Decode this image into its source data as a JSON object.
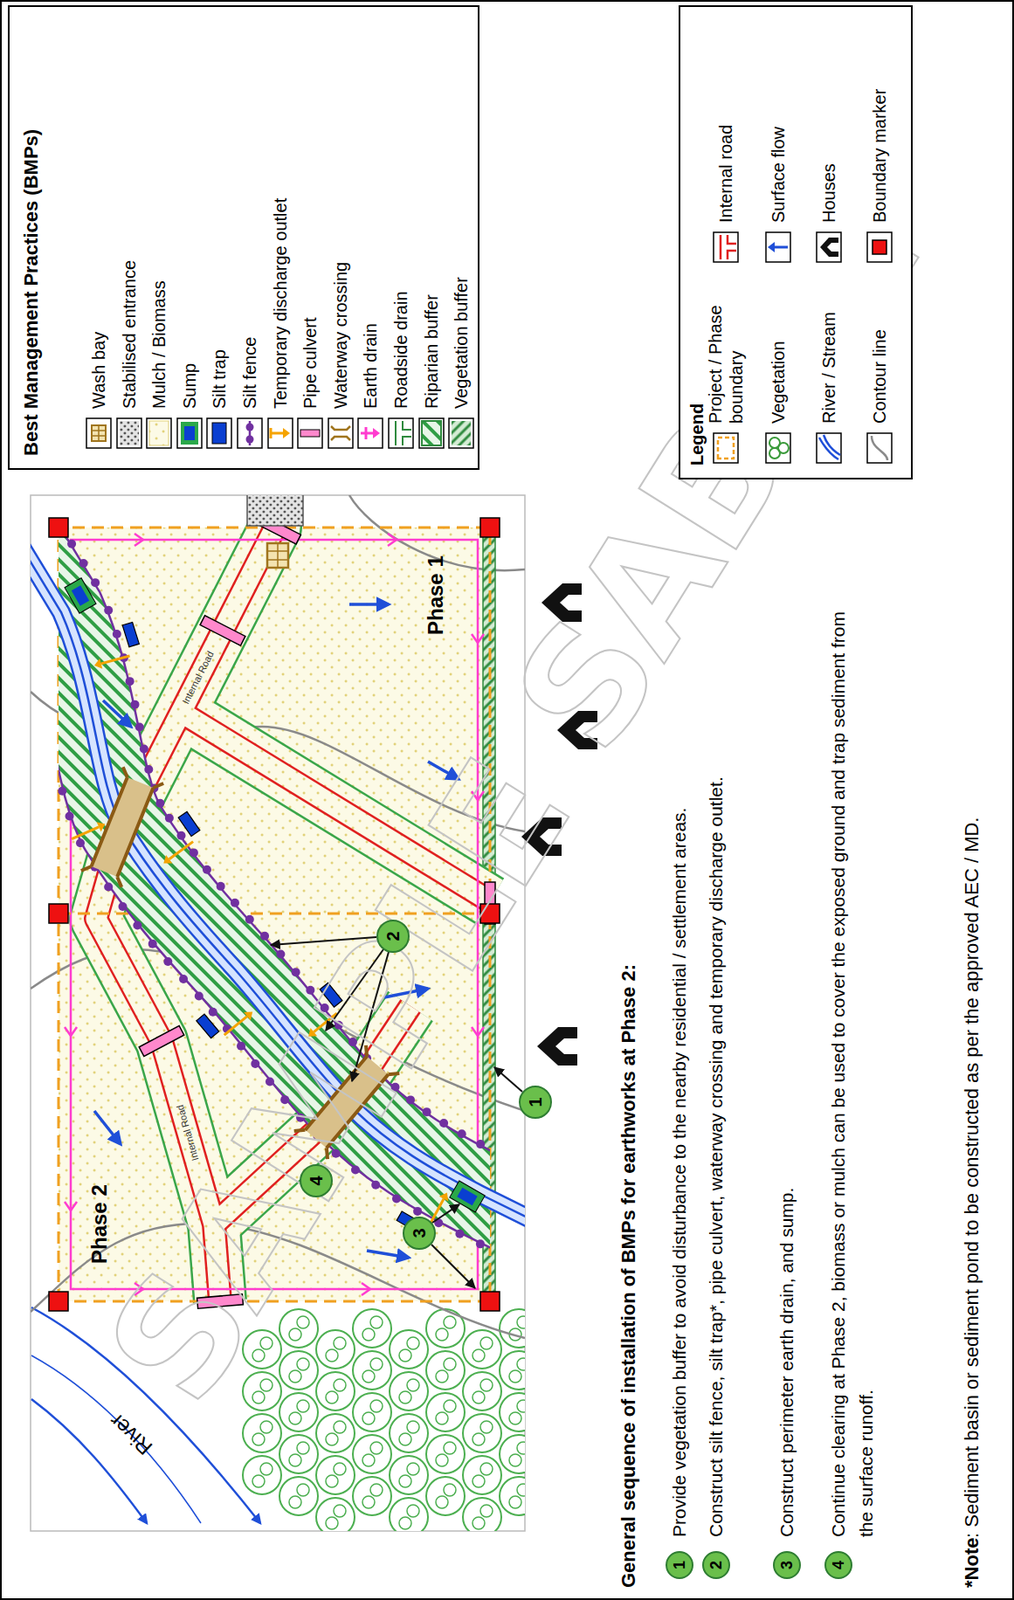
{
  "diagram": {
    "nodes": [
      {
        "text": [
          "Best Management Practices (BMPs)"
        ]
      },
      {
        "text": [
          "Legend"
        ]
      },
      {
        "text": [
          "1"
        ]
      },
      {
        "text": [
          "2"
        ]
      },
      {
        "text": [
          "3"
        ]
      },
      {
        "text": [
          "4"
        ]
      },
      {
        "text": [
          "1"
        ]
      },
      {
        "text": [
          "2"
        ]
      },
      {
        "text": [
          "3"
        ]
      },
      {
        "text": [
          "4"
        ]
      }
    ],
    "labels": [
      "Phase 2",
      "Phase 1",
      "Internal Road",
      "Internal Road",
      "River",
      "General sequence of installation of BMPs for earthworks at Phase 2:",
      "Provide vegetation buffer to avoid disturbance to the nearby residential / settlement areas.",
      "Construct silt fence, silt trap*, pipe culvert, waterway crossing and temporary discharge outlet.",
      "Construct perimeter earth drain, and sump.",
      "Continue clearing at Phase 2, biomass or mulch can be used to cover the exposed ground and trap sediment from the surface runoff.",
      "*Note",
      ": Sediment basin or sediment pond to be constructed as per the approved AEC / MD.",
      "SAMPLE SABAH"
    ],
    "legend": [
      {
        "text": "Wash bay"
      },
      {
        "text": "Stabilised entrance"
      },
      {
        "text": "Mulch / Biomass"
      },
      {
        "text": "Sump"
      },
      {
        "text": "Silt trap",
        "color": "#0a3fd1"
      },
      {
        "text": "Silt fence"
      },
      {
        "text": "Temporary discharge outlet"
      },
      {
        "text": "Pipe culvert"
      },
      {
        "text": "Waterway crossing"
      },
      {
        "text": "Earth drain"
      },
      {
        "text": "Roadside drain"
      },
      {
        "text": "Riparian buffer"
      },
      {
        "text": "Vegetation buffer"
      },
      {
        "text": "Project / Phase boundary"
      },
      {
        "text": "Internal road"
      },
      {
        "text": "Vegetation"
      },
      {
        "text": "Surface flow"
      },
      {
        "text": "River / Stream"
      },
      {
        "text": "Houses"
      },
      {
        "text": "Contour line"
      },
      {
        "text": "Boundary marker"
      }
    ]
  }
}
